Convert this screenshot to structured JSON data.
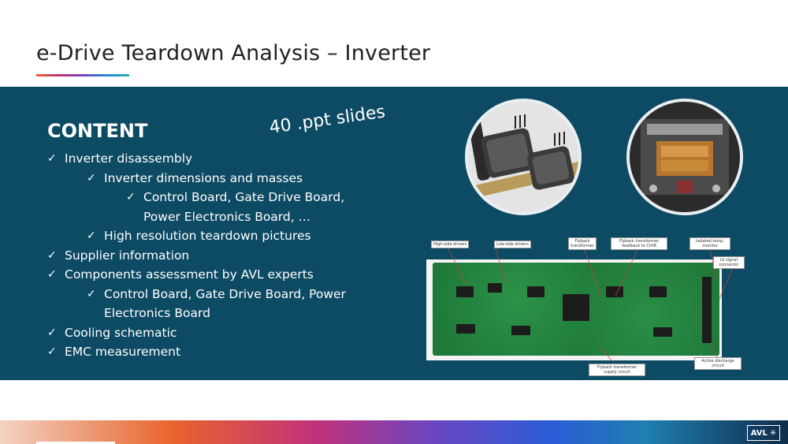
{
  "slide": {
    "title": "e-Drive Teardown Analysis – Inverter"
  },
  "content": {
    "heading": "CONTENT",
    "note": "40 .ppt slides",
    "bullets": [
      {
        "level": 0,
        "text": "Inverter disassembly"
      },
      {
        "level": 1,
        "text": "Inverter dimensions and masses"
      },
      {
        "level": 2,
        "text": "Control Board, Gate Drive Board,"
      },
      {
        "level": 2,
        "text": "Power Electronics Board, …",
        "continuation": true
      },
      {
        "level": 1,
        "text": "High resolution teardown pictures"
      },
      {
        "level": 0,
        "text": "Supplier information"
      },
      {
        "level": 0,
        "text": "Components assessment by AVL experts"
      },
      {
        "level": 1,
        "text": "Control Board, Gate Drive Board, Power"
      },
      {
        "level": 1,
        "text": "Electronics Board",
        "continuation": true
      },
      {
        "level": 0,
        "text": "Cooling schematic"
      },
      {
        "level": 0,
        "text": "EMC measurement"
      }
    ],
    "check_glyph": "✓"
  },
  "board_callouts": {
    "high_side": "High-side drivers",
    "low_side": "Low-side drivers",
    "flyback": "Flyback transformer",
    "flyback_feedback": "Flyback transformer feedback to CtrlB",
    "isolated_temp": "Isolated temp. monitor",
    "lv_signal": "LV signal connector",
    "active_discharge": "Active discharge circuit",
    "flyback_supply": "Flyback transformer supply circuit"
  },
  "footer": {
    "logo_text": "AVL",
    "logo_icon": "asterisk-icon"
  },
  "colors": {
    "panel": "#0d4a63",
    "title": "#222222",
    "accent_orange": "#e8632c",
    "accent_purple": "#6b46c1"
  }
}
